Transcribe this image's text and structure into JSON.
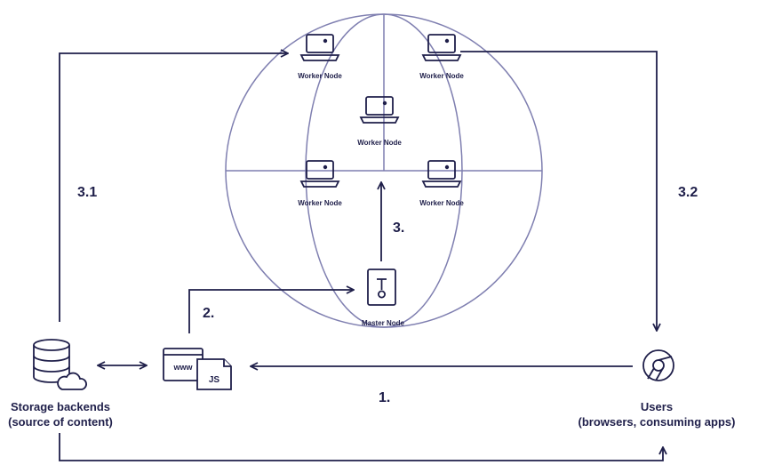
{
  "worker_label": "Worker Node",
  "master_label": "Master Node",
  "storage": {
    "line1": "Storage backends",
    "line2": "(source of content)"
  },
  "users": {
    "line1": "Users",
    "line2": "(browsers, consuming apps)"
  },
  "web_icon": {
    "www": "www",
    "js": "JS"
  },
  "steps": {
    "s1": "1.",
    "s2": "2.",
    "s3": "3.",
    "s31": "3.1",
    "s32": "3.2"
  },
  "icons": [
    "laptop-icon",
    "server-icon",
    "database-icon",
    "cloud-icon",
    "browser-window-icon",
    "js-file-icon",
    "chrome-icon"
  ],
  "colors": {
    "ink": "#1f1f4a",
    "globe": "#7f7fb0"
  }
}
